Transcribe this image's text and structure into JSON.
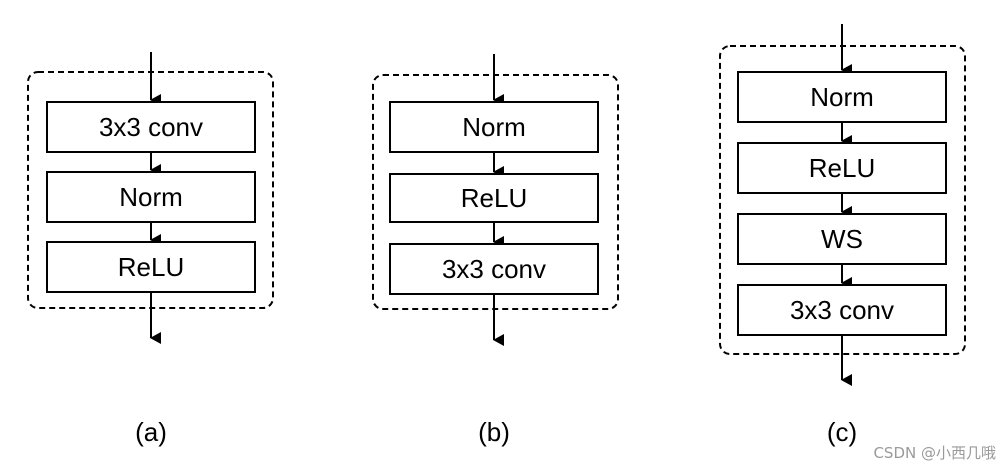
{
  "diagrams": [
    {
      "caption": "(a)",
      "blocks": [
        "3x3 conv",
        "Norm",
        "ReLU"
      ]
    },
    {
      "caption": "(b)",
      "blocks": [
        "Norm",
        "ReLU",
        "3x3 conv"
      ]
    },
    {
      "caption": "(c)",
      "blocks": [
        "Norm",
        "ReLU",
        "WS",
        "3x3 conv"
      ]
    }
  ],
  "watermark": "CSDN @小西几哦",
  "colors": {
    "stroke": "#000000",
    "background": "#ffffff",
    "watermark": "#9a9a9a"
  }
}
